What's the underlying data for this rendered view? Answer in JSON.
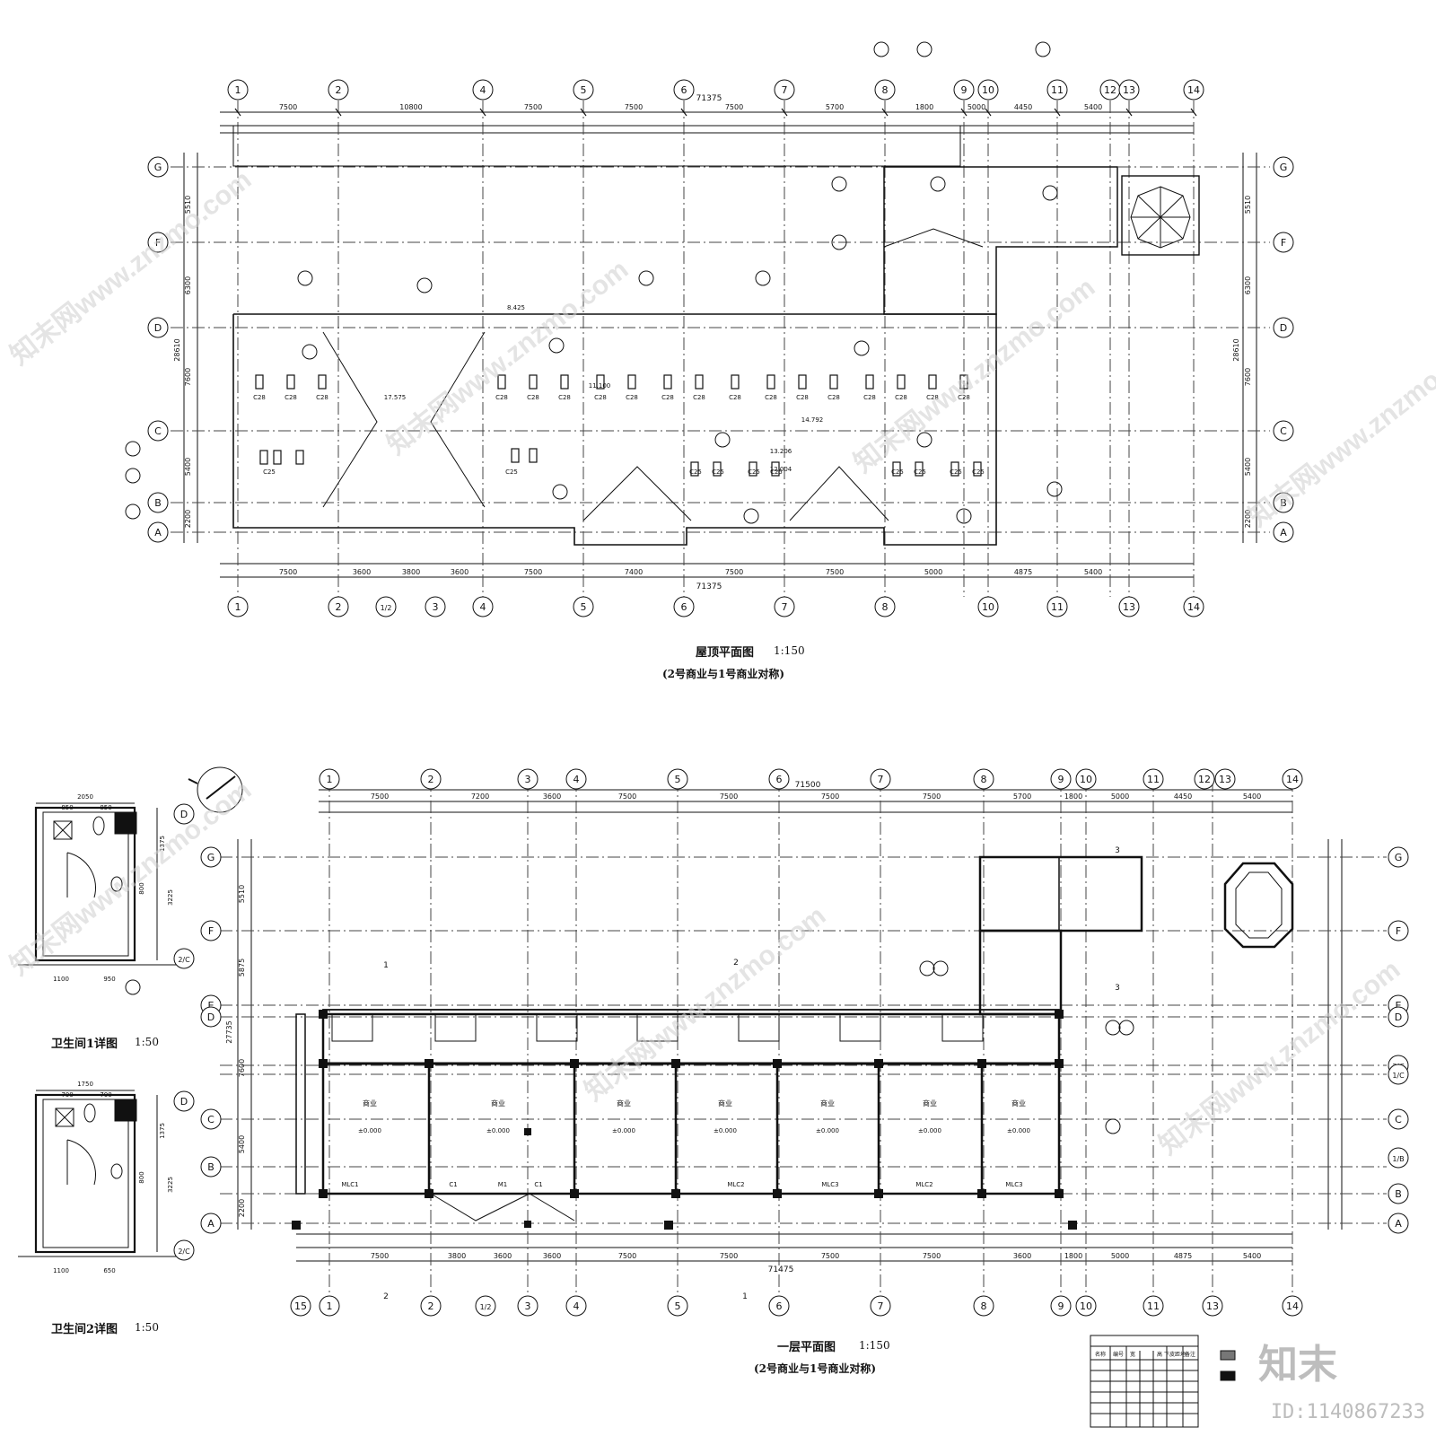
{
  "drawings": {
    "roof_plan": {
      "title": "屋顶平面图",
      "scale": "1:150",
      "subtitle": "(2号商业与1号商业对称)",
      "total_dim": "71375",
      "top_axes": [
        "1",
        "2",
        "4",
        "5",
        "6",
        "7",
        "8",
        "9",
        "10",
        "11",
        "12",
        "13",
        "14"
      ],
      "bottom_axes": [
        "1",
        "2",
        "1/2",
        "3",
        "4",
        "5",
        "6",
        "7",
        "8",
        "10",
        "11",
        "13",
        "14"
      ],
      "row_axes": [
        "G",
        "F",
        "D",
        "C",
        "B",
        "A"
      ],
      "top_spans": [
        "7500",
        "10800",
        "7500",
        "7500",
        "7500",
        "5700",
        "1800",
        "5000",
        "4450",
        "5400"
      ],
      "bottom_spans": [
        "7500",
        "3600",
        "3800",
        "3600",
        "7500",
        "7400",
        "7500",
        "7500",
        "5000",
        "4875",
        "5400"
      ],
      "side_dims": [
        "5510",
        "6300",
        "7600",
        "5400",
        "2200"
      ],
      "total_depth": "28610",
      "window_labels": [
        "C28",
        "C25"
      ],
      "elevations": [
        "8.425",
        "17.575",
        "11.100",
        "12.004",
        "14.792",
        "13.206"
      ]
    },
    "first_floor": {
      "title": "一层平面图",
      "scale": "1:150",
      "subtitle": "(2号商业与1号商业对称)",
      "total_dim_top": "71500",
      "total_dim_bottom": "71475",
      "top_axes": [
        "1",
        "2",
        "3",
        "4",
        "5",
        "6",
        "7",
        "8",
        "9",
        "10",
        "11",
        "12",
        "13",
        "14"
      ],
      "bottom_axes": [
        "15",
        "1",
        "2",
        "1/2",
        "3",
        "4",
        "5",
        "6",
        "7",
        "8",
        "9",
        "10",
        "11",
        "13",
        "14"
      ],
      "row_axes": [
        "G",
        "F",
        "E",
        "D",
        "C",
        "B",
        "A"
      ],
      "right_row_axes": [
        "G",
        "F",
        "E",
        "D",
        "2/C",
        "1/C",
        "C",
        "1/B",
        "B",
        "A"
      ],
      "top_spans": [
        "7500",
        "7200",
        "3600",
        "7500",
        "7500",
        "7500",
        "7500",
        "5700",
        "1800",
        "5000",
        "4450",
        "5400"
      ],
      "bottom_spans": [
        "7500",
        "3800",
        "3600",
        "3600",
        "7500",
        "7500",
        "7500",
        "7500",
        "3600",
        "1800",
        "5000",
        "4875",
        "5400"
      ],
      "side_dims": [
        "5510",
        "5875",
        "7600",
        "5400",
        "2200"
      ],
      "total_depth": "27735",
      "room_label": "商业",
      "floor_level": "±0.000",
      "door_labels": [
        "MLC1",
        "C1",
        "M1",
        "MLC2",
        "MLC3"
      ],
      "section_marks": [
        "1",
        "2",
        "3"
      ]
    },
    "toilet_1": {
      "title": "卫生间1详图",
      "scale": "1:50",
      "dims": [
        "2050",
        "850",
        "850",
        "1100",
        "950",
        "1375",
        "3225",
        "800"
      ],
      "axes": [
        "D",
        "2/C"
      ]
    },
    "toilet_2": {
      "title": "卫生间2详图",
      "scale": "1:50",
      "dims": [
        "1750",
        "700",
        "700",
        "1100",
        "650",
        "1375",
        "3225",
        "800"
      ],
      "axes": [
        "D",
        "2/C"
      ]
    },
    "schedule_table": {
      "headers": [
        "名称",
        "编号",
        "宽",
        "高",
        "下皮距地",
        "备注"
      ]
    }
  },
  "watermark": {
    "site_text": "知末网www.znzmo.com",
    "brand_text": "知末",
    "id_text": "ID:1140867233"
  }
}
